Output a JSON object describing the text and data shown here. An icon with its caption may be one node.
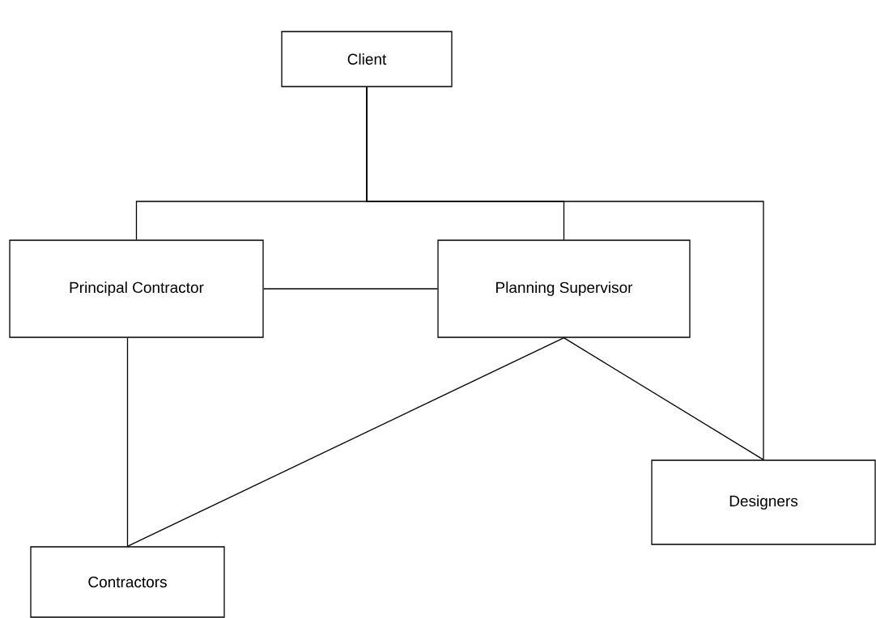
{
  "diagram": {
    "nodes": [
      {
        "text": [
          "Client"
        ]
      },
      {
        "text": [
          "Principal Contractor"
        ]
      },
      {
        "text": [
          "Planning Supervisor"
        ]
      },
      {
        "text": [
          "Contractors"
        ]
      },
      {
        "text": [
          "Designers"
        ]
      }
    ],
    "edges": [
      {
        "from": 0,
        "to": 1,
        "arrow": "none"
      },
      {
        "from": 0,
        "to": 2,
        "arrow": "none"
      },
      {
        "from": 0,
        "to": 4,
        "arrow": "none"
      },
      {
        "from": 1,
        "to": 2,
        "arrow": "none"
      },
      {
        "from": 1,
        "to": 3,
        "arrow": "none"
      },
      {
        "from": 2,
        "to": 3,
        "arrow": "none"
      },
      {
        "from": 2,
        "to": 4,
        "arrow": "none"
      }
    ]
  }
}
